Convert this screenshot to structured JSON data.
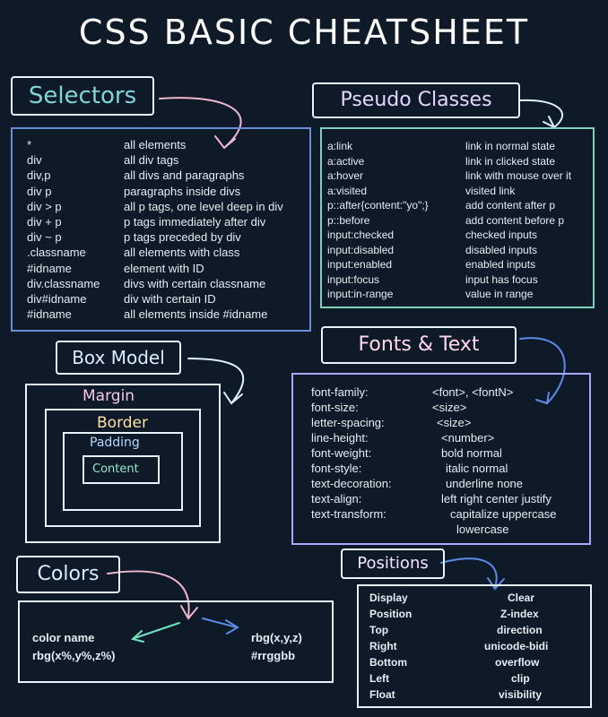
{
  "title": "CSS BASIC CHEATSHEET",
  "colors_theme": {
    "background": "#0e1a27",
    "selectors_border": "#6a8dd8",
    "pseudo_border": "#7fd0b8",
    "fonts_border": "#a9a8ff",
    "colors_border": "#e9f3ff",
    "positions_border": "#e9f3ff",
    "selectors_heading": "#7ed6d8",
    "pseudo_heading": "#e4d6ff",
    "fonts_heading": "#ffd7ea",
    "colors_heading": "#dcebff",
    "positions_heading": "#f3e4ff",
    "margin": "#f3c8e6",
    "border": "#ffe0a8",
    "padding": "#b0d8ff",
    "content": "#8ee8c7"
  },
  "selectors": {
    "heading": "Selectors",
    "rows": [
      {
        "sel": "*",
        "desc": "all elements"
      },
      {
        "sel": "div",
        "desc": "all div tags"
      },
      {
        "sel": "div,p",
        "desc": "all divs and paragraphs"
      },
      {
        "sel": "div p",
        "desc": "paragraphs inside divs"
      },
      {
        "sel": "div > p",
        "desc": "all p tags, one level deep in div"
      },
      {
        "sel": "div + p",
        "desc": "p tags immediately after div"
      },
      {
        "sel": "div ~ p",
        "desc": "p tags preceded by div"
      },
      {
        "sel": ".classname",
        "desc": "all elements with class"
      },
      {
        "sel": "#idname",
        "desc": "element with ID"
      },
      {
        "sel": "div.classname",
        "desc": "divs with certain classname"
      },
      {
        "sel": "div#idname",
        "desc": "div with certain ID"
      },
      {
        "sel": "#idname",
        "desc": "all elements inside #idname"
      }
    ]
  },
  "pseudo": {
    "heading": "Pseudo Classes",
    "rows": [
      {
        "sel": "a:link",
        "desc": "link in normal state"
      },
      {
        "sel": "a:active",
        "desc": "link in clicked state"
      },
      {
        "sel": "a:hover",
        "desc": "link with mouse over it"
      },
      {
        "sel": "a:visited",
        "desc": "visited link"
      },
      {
        "sel": "p::after{content:\"yo\";}",
        "desc": "add content after p"
      },
      {
        "sel": "p::before",
        "desc": "add content before p"
      },
      {
        "sel": "input:checked",
        "desc": "checked inputs"
      },
      {
        "sel": "input:disabled",
        "desc": "disabled inputs"
      },
      {
        "sel": "input:enabled",
        "desc": "enabled inputs"
      },
      {
        "sel": "input:focus",
        "desc": "input has focus"
      },
      {
        "sel": "input:in-range",
        "desc": "value in range"
      }
    ]
  },
  "box_model": {
    "heading": "Box Model",
    "margin": "Margin",
    "border": "Border",
    "padding": "Padding",
    "content": "Content"
  },
  "fonts": {
    "heading": "Fonts & Text",
    "rows": [
      {
        "prop": "font-family:",
        "val": "<font>, <fontN>"
      },
      {
        "prop": "font-size:",
        "val": "<size>"
      },
      {
        "prop": "letter-spacing:",
        "val": "<size>"
      },
      {
        "prop": "line-height:",
        "val": "<number>"
      },
      {
        "prop": "font-weight:",
        "val": "bold normal"
      },
      {
        "prop": "font-style:",
        "val": "italic normal"
      },
      {
        "prop": "text-decoration:",
        "val": "underline none"
      },
      {
        "prop": "text-align:",
        "val": "left right center justify"
      },
      {
        "prop": "text-transform:",
        "val": "capitalize uppercase"
      },
      {
        "prop": "",
        "val": "lowercase"
      }
    ]
  },
  "colors": {
    "heading": "Colors",
    "left": [
      "color name",
      "rbg(x%,y%,z%)"
    ],
    "right": [
      "rbg(x,y,z)",
      "#rrggbb"
    ]
  },
  "positions": {
    "heading": "Positions",
    "left": [
      "Display",
      "Position",
      "Top",
      "Right",
      "Bottom",
      "Left",
      "Float"
    ],
    "right": [
      "Clear",
      "Z-index",
      "direction",
      "unicode-bidi",
      "overflow",
      "clip",
      "visibility"
    ]
  }
}
